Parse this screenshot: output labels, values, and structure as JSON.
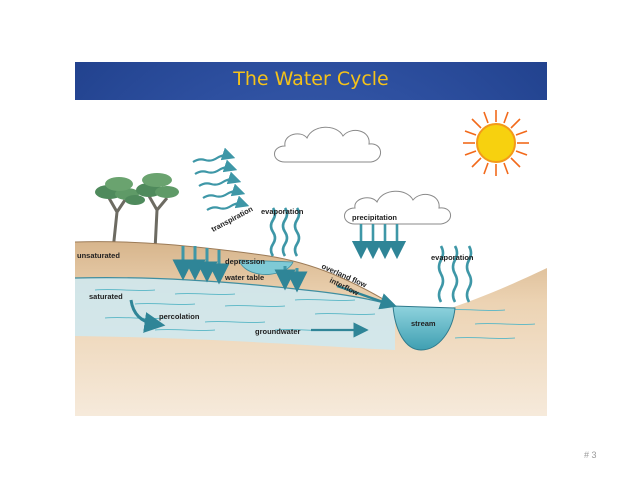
{
  "slide": {
    "title": "The Water Cycle",
    "slide_number": "# 3"
  },
  "diagram": {
    "labels": {
      "transpiration": "transpiration",
      "evaporation_left": "evaporation",
      "precipitation": "precipitation",
      "evaporation_right": "evaporation",
      "depression": "depression",
      "unsaturated": "unsaturated",
      "water_table": "water table",
      "overland_flow": "overland flow",
      "interflow": "interflow",
      "saturated": "saturated",
      "percolation": "percolation",
      "groundwater": "groundwater",
      "stream": "stream"
    },
    "colors": {
      "slide_background": "#2d4f9f",
      "title": "#f4c21a",
      "sky": "#ffffff",
      "soil": "#e5c7a0",
      "water": "#5ab7c6",
      "arrows": "#3e97a7",
      "sun": "#f7d10f",
      "tree_foliage": "#4f8a5c"
    }
  }
}
